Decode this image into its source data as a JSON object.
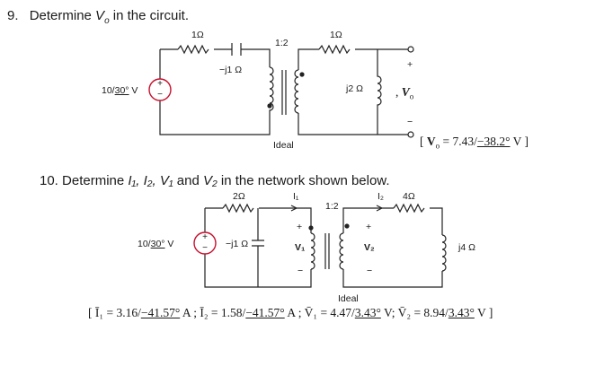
{
  "problem9": {
    "number": "9.",
    "prompt_pre": "Determine ",
    "prompt_var": "V",
    "prompt_sub": "o",
    "prompt_post": " in the circuit.",
    "r1": "1Ω",
    "cap": "−j1 Ω",
    "ratio": "1:2",
    "r2": "1Ω",
    "ind": "j2 Ω",
    "source_mag": "10/",
    "source_ang": "30°",
    "source_unit": " V",
    "out_var": "V",
    "out_sub": "o",
    "plus": "+",
    "minus": "−",
    "ideal": "Ideal",
    "answer_open": "[ ",
    "answer_var": "V",
    "answer_sub": "o",
    "answer_eq": " = 7.43/",
    "answer_ang": "−38.2°",
    "answer_close": " V ]"
  },
  "problem10": {
    "number": "10.",
    "prompt_pre": "Determine ",
    "prompt_vars": "I₁, I₂, V₁",
    "prompt_mid": " and ",
    "prompt_v2": "V₂",
    "prompt_post": " in the network shown below.",
    "r1": "2Ω",
    "i1": "I₁",
    "ratio": "1:2",
    "i2": "I₂",
    "r2": "4Ω",
    "source_mag": "10/",
    "source_ang": "30°",
    "source_unit": " V",
    "cap": "−j1 Ω",
    "v1": "V₁",
    "v2": "V₂",
    "ind": "j4 Ω",
    "ideal": "Ideal",
    "answer_open": "[ ",
    "a_i1": "Ī₁ = 3.16/",
    "a_i1_ang": "−41.57°",
    "a_i1_unit": " A ; ",
    "a_i2": "Ī₂ = 1.58/",
    "a_i2_ang": "−41.57°",
    "a_i2_unit": " A ; ",
    "a_v1": "V̄₁ = 4.47/",
    "a_v1_ang": "3.43°",
    "a_v1_unit": " V; ",
    "a_v2": "V̄₂ = 8.94/",
    "a_v2_ang": "3.43°",
    "a_v2_unit": " V ]"
  }
}
